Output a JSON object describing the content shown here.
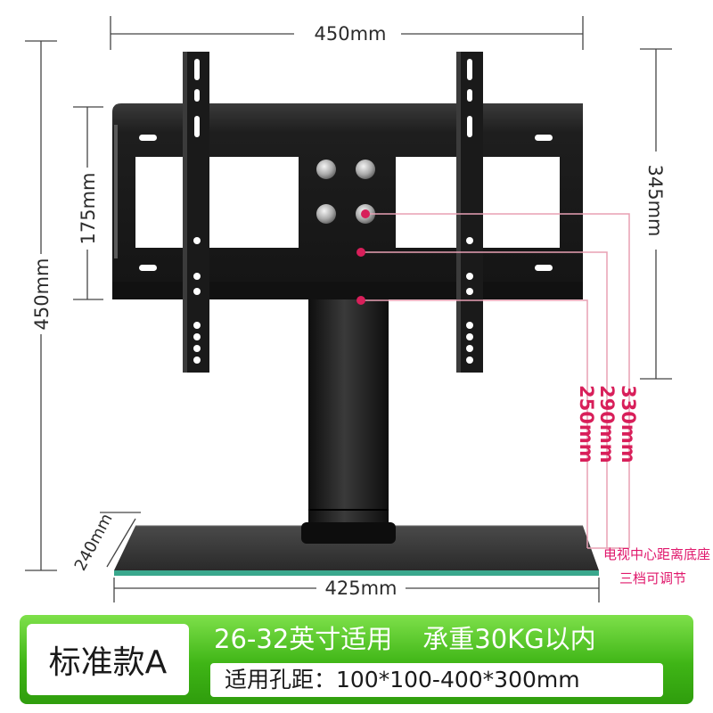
{
  "dimensions": {
    "top_width": "450mm",
    "left_height": "450mm",
    "inner_height": "175mm",
    "right_height": "345mm",
    "base_depth": "240mm",
    "base_width": "425mm"
  },
  "height_options": [
    "330mm",
    "290mm",
    "250mm"
  ],
  "notes": {
    "line1": "电视中心距离底座",
    "line2": "三档可调节"
  },
  "banner": {
    "model": "标准款A",
    "size_range": "26-32英寸适用",
    "load": "承重30KG以内",
    "vesa": "适用孔距：100*100-400*300mm"
  },
  "colors": {
    "accent_red": "#d81f5a",
    "banner_green": "#3fb516",
    "metal": "#1c1c1c"
  }
}
